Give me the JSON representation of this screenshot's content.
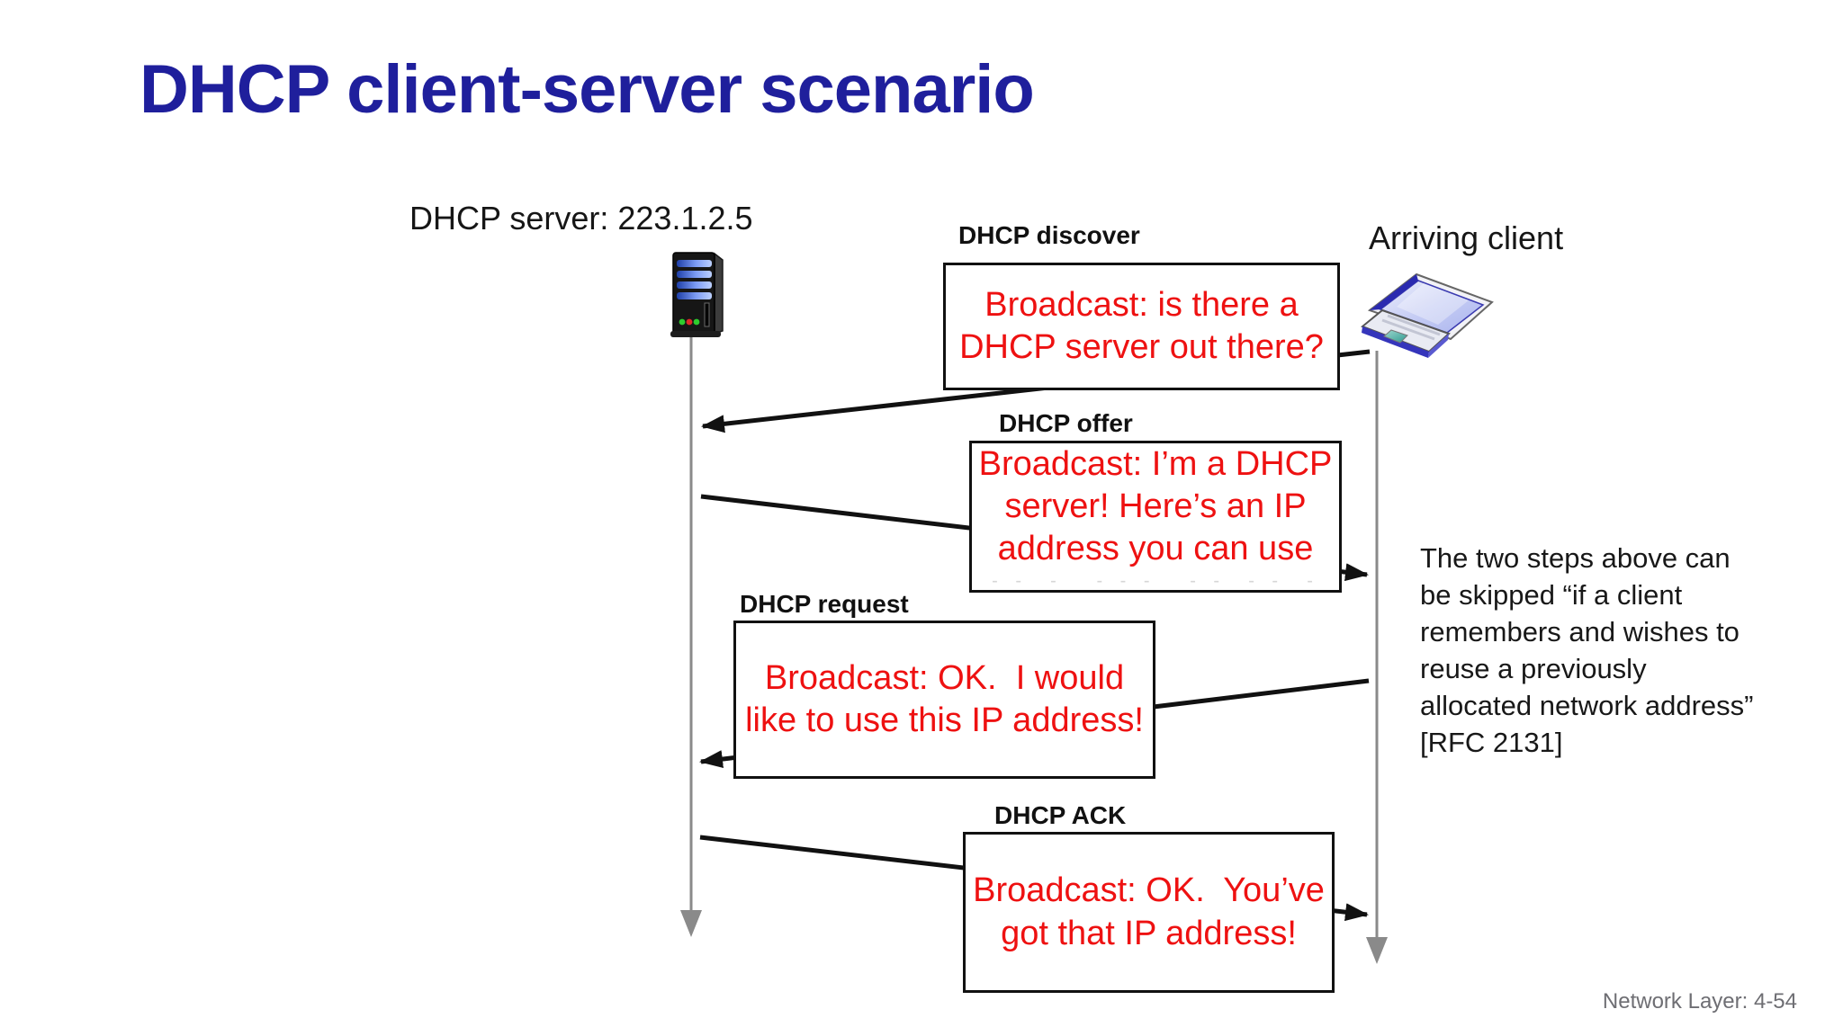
{
  "slide": {
    "title": "DHCP client-server scenario",
    "footer": "Network Layer: 4-54"
  },
  "server": {
    "label": "DHCP server: 223.1.2.5",
    "icon": "server-tower-icon"
  },
  "client": {
    "label": "Arriving client",
    "icon": "laptop-icon"
  },
  "messages": [
    {
      "name": "DHCP discover",
      "direction": "client-to-server",
      "lines": [
        "Broadcast: is there a",
        "DHCP server out there?"
      ]
    },
    {
      "name": "DHCP offer",
      "direction": "server-to-client",
      "lines": [
        "Broadcast: I’m a DHCP",
        "server! Here’s an IP",
        "address you can use"
      ],
      "faded_hint": "- -  -   - - -   - -  - -  -"
    },
    {
      "name": "DHCP request",
      "direction": "client-to-server",
      "lines": [
        "Broadcast: OK.  I would",
        "like to use this IP address!"
      ]
    },
    {
      "name": "DHCP ACK",
      "direction": "server-to-client",
      "lines": [
        "Broadcast: OK.  You’ve",
        "got that IP address!"
      ]
    }
  ],
  "note": {
    "lines": [
      "The two steps above can",
      "be skipped “if a client",
      "remembers and wishes to",
      "reuse a previously",
      "allocated network address”",
      "[RFC 2131]"
    ]
  },
  "colors": {
    "title_text": "#1f1f9c",
    "message_text": "#ee1111",
    "label_text": "#111111",
    "lifeline": "#8a8a8a",
    "arrow": "#111111",
    "footer_text": "#6e6e73"
  }
}
